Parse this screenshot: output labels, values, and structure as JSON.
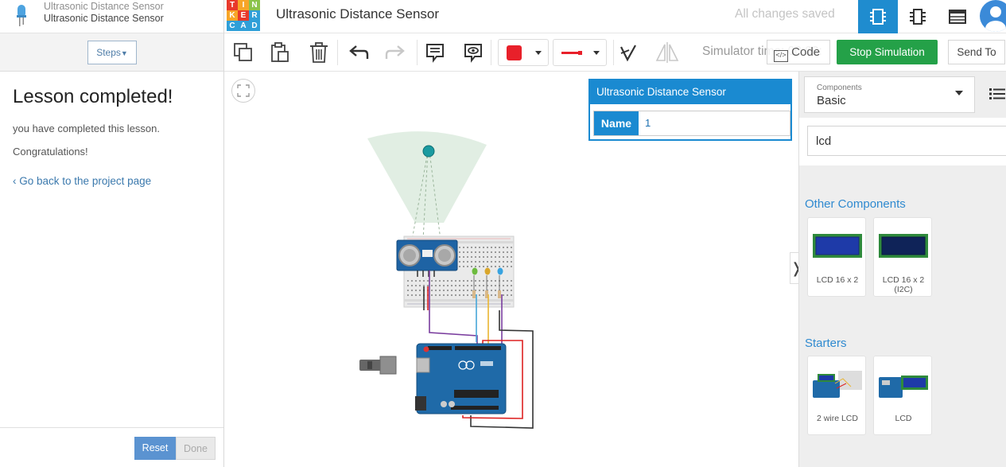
{
  "lesson_header": {
    "project_name": "Ultrasonic Distance Sensor",
    "lesson_name": "Ultrasonic Distance Sensor"
  },
  "steps": {
    "label": "Steps"
  },
  "lesson": {
    "heading": "Lesson completed!",
    "message": "you have completed this lesson.",
    "congrats": "Congratulations!",
    "back_link": "Go back to the project page"
  },
  "footer": {
    "reset_label": "Reset",
    "done_label": "Done"
  },
  "logo": {
    "letters": [
      "T",
      "I",
      "N",
      "K",
      "E",
      "R",
      "C",
      "A",
      "D"
    ]
  },
  "topbar": {
    "title": "Ultrasonic Distance Sensor",
    "save_status": "All changes saved"
  },
  "toolbar": {
    "simulator_time": "Simulator time: 00:00:",
    "code_label": "Code",
    "stop_simulation_label": "Stop Simulation",
    "send_to_label": "Send To",
    "wire_color": "#e8202a"
  },
  "inspector": {
    "title": "Ultrasonic Distance Sensor",
    "name_label": "Name",
    "name_value": "1"
  },
  "components_panel": {
    "select_label": "Components",
    "select_value": "Basic",
    "search_value": "lcd",
    "sections": [
      {
        "title": "Other Components",
        "items": [
          {
            "label_line1": "LCD 16 x 2",
            "label_line2": ""
          },
          {
            "label_line1": "LCD 16 x 2",
            "label_line2": "(I2C)"
          }
        ]
      },
      {
        "title": "Starters",
        "items": [
          {
            "label_line1": "2 wire LCD",
            "label_line2": ""
          },
          {
            "label_line1": "LCD",
            "label_line2": ""
          }
        ]
      }
    ]
  },
  "colors": {
    "accent_blue": "#1a8ad1",
    "stop_green": "#24a148",
    "link_blue": "#3b79ad"
  }
}
